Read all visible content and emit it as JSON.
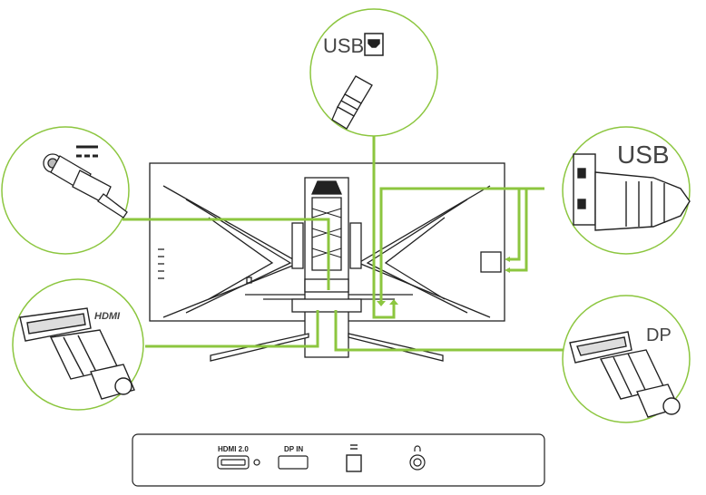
{
  "callouts": {
    "usb_top": {
      "label": "USB"
    },
    "usb_right": {
      "label": "USB"
    },
    "hdmi": {
      "label": "HDMI"
    },
    "dp": {
      "label": "DP"
    }
  },
  "port_panel": {
    "hdmi_label": "HDMI 2.0",
    "dp_label": "DP IN"
  },
  "colors": {
    "cable": "#8cc63f",
    "circle": "#8cc63f",
    "outline": "#222222"
  }
}
